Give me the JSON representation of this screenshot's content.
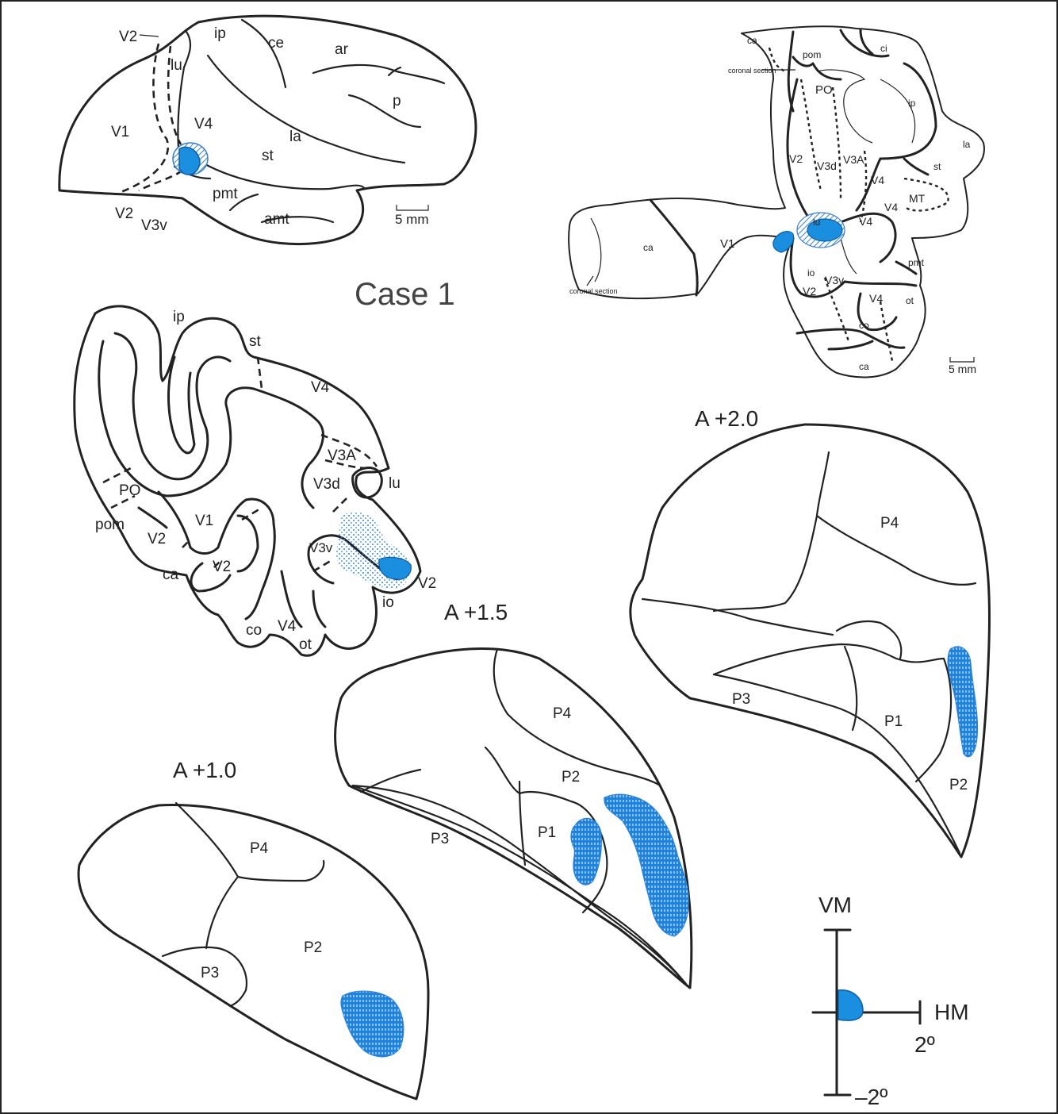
{
  "title": "Case 1",
  "colors": {
    "injection": "#1a8fe0",
    "hatch": "#3a7fd0",
    "line": "#222222"
  },
  "lateral_view": {
    "labels": [
      "V2",
      "ip",
      "ce",
      "ar",
      "lu",
      "V1",
      "V4",
      "la",
      "p",
      "st",
      "pmt",
      "amt",
      "V2",
      "V3v"
    ],
    "scale_bar": "5 mm"
  },
  "flatmap": {
    "labels": [
      "ca",
      "pom",
      "ci",
      "PO",
      "ip",
      "la",
      "V2",
      "V3d",
      "V3A",
      "st",
      "V4",
      "MT",
      "V4",
      "lu",
      "V1",
      "ca",
      "V4",
      "pmt",
      "io",
      "V3v",
      "V2",
      "V4",
      "ot",
      "co",
      "ca"
    ],
    "coronal_label_1": "coronal section",
    "coronal_label_2": "coronal section",
    "scale_bar": "5 mm"
  },
  "coronal_section": {
    "labels": [
      "ip",
      "st",
      "V4",
      "V3A",
      "V3d",
      "lu",
      "PO",
      "pom",
      "V1",
      "V2",
      "ca",
      "V2",
      "V3v",
      "V2",
      "io",
      "co",
      "V4",
      "ot"
    ]
  },
  "sections": [
    {
      "title": "A +2.0",
      "labels": [
        "P4",
        "P3",
        "P1",
        "P2"
      ]
    },
    {
      "title": "A +1.5",
      "labels": [
        "P4",
        "P2",
        "P3",
        "P1"
      ]
    },
    {
      "title": "A +1.0",
      "labels": [
        "P4",
        "P2",
        "P3"
      ]
    }
  ],
  "field_map": {
    "vm": "VM",
    "hm": "HM",
    "deg_pos": "2º",
    "deg_neg": "–2º"
  }
}
